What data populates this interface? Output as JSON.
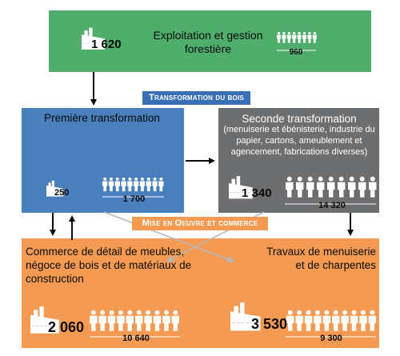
{
  "top": {
    "title": "Exploitation et gestion forestière",
    "establishments": "1 620",
    "employees": "960"
  },
  "banner_transformation": "Transformation du bois",
  "first": {
    "title": "Première transformation",
    "establishments": "250",
    "employees": "1 700"
  },
  "second": {
    "title": "Seconde transformation",
    "subtitle": "(menuiserie et ébénisterie, industrie du papier, cartons, ameublement et agencement, fabrications diverses)",
    "establishments": "1 340",
    "employees": "14 320"
  },
  "banner_commerce": "Mise en Oeuvre et commerce",
  "commerce": {
    "title": "Commerce de détail de meubles, négoce de bois et de matériaux de construction",
    "establishments": "2 060",
    "employees": "10 640"
  },
  "travaux": {
    "title": "Travaux de menuiserie et de charpentes",
    "establishments": "3 530",
    "employees": "9 300"
  },
  "colors": {
    "green": "#4fae6b",
    "blue": "#4a7fbe",
    "grey": "#6d6e70",
    "orange": "#f59a52",
    "banner_blue": "#3b6fb5"
  },
  "icons": [
    "factory-icon",
    "person-icon"
  ]
}
